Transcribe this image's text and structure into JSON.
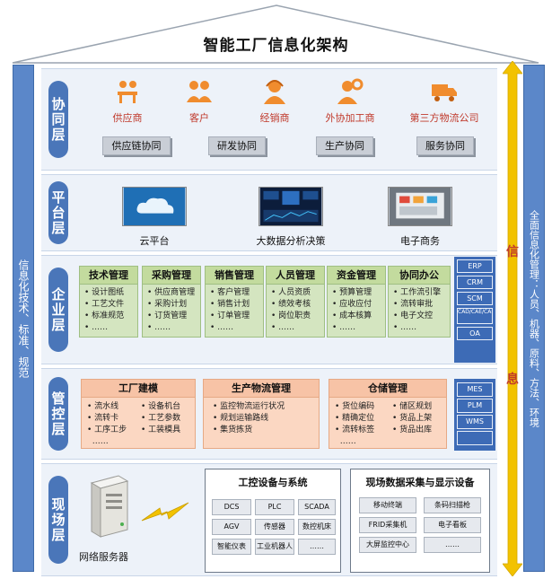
{
  "title": "智能工厂信息化架构",
  "left_bar": "信息化技术、标准、规范",
  "right_bar": "全面信息化管理：人员、机器、原料、方法、环境",
  "arrow_label": [
    "信",
    "息"
  ],
  "layers": {
    "collab": {
      "label": "协同层",
      "parties": [
        {
          "label": "供应商",
          "icon": "supplier-icon"
        },
        {
          "label": "客户",
          "icon": "customer-icon"
        },
        {
          "label": "经销商",
          "icon": "dealer-icon"
        },
        {
          "label": "外协加工商",
          "icon": "outsourcer-icon"
        },
        {
          "label": "第三方物流公司",
          "icon": "truck-icon"
        }
      ],
      "tags": [
        "供应链协同",
        "研发协同",
        "生产协同",
        "服务协同"
      ]
    },
    "platform": {
      "label": "平台层",
      "items": [
        "云平台",
        "大数据分析决策",
        "电子商务"
      ]
    },
    "business": {
      "label": "企业层",
      "modules": [
        {
          "head": "技术管理",
          "items": [
            "设计图纸",
            "工艺文件",
            "标准规范",
            "……"
          ]
        },
        {
          "head": "采购管理",
          "items": [
            "供应商管理",
            "采购计划",
            "订货管理",
            "……"
          ]
        },
        {
          "head": "销售管理",
          "items": [
            "客户管理",
            "销售计划",
            "订单管理",
            "……"
          ]
        },
        {
          "head": "人员管理",
          "items": [
            "人员资质",
            "绩效考核",
            "岗位职责",
            "……"
          ]
        },
        {
          "head": "资金管理",
          "items": [
            "预算管理",
            "应收应付",
            "成本核算",
            "……"
          ]
        },
        {
          "head": "协同办公",
          "items": [
            "工作流引擎",
            "流转审批",
            "电子文控",
            "……"
          ]
        }
      ],
      "systems": [
        "ERP",
        "CRM",
        "SCM",
        "CAD/CAE/CAM/CAPP",
        "OA"
      ]
    },
    "control": {
      "label": "管控层",
      "groups": [
        {
          "head": "工厂建模",
          "col1": [
            "流水线",
            "流转卡",
            "工序工步",
            "……"
          ],
          "col2": [
            "设备机台",
            "工艺参数",
            "工装模具"
          ]
        },
        {
          "head": "生产物流管理",
          "col1": [
            "监控物流运行状况",
            "规划运输路线",
            "集货拣货"
          ],
          "col2": []
        },
        {
          "head": "仓储管理",
          "col1": [
            "货位编码",
            "精确定位",
            "流转标签",
            "……"
          ],
          "col2": [
            "储区规划",
            "货品上架",
            "货品出库"
          ]
        }
      ],
      "systems": [
        "MES",
        "PLM",
        "WMS",
        ""
      ]
    },
    "field": {
      "label": "现场层",
      "server_label": "网络服务器",
      "industrial": {
        "head": "工控设备与系统",
        "chips": [
          "DCS",
          "PLC",
          "SCADA",
          "AGV",
          "传感器",
          "数控机床",
          "智能仪表",
          "工业机器人",
          "……"
        ]
      },
      "collection": {
        "head": "现场数据采集与显示设备",
        "chips": [
          "移动终端",
          "条码扫描枪",
          "FRID采集机",
          "电子看板",
          "大屏监控中心",
          "……"
        ]
      }
    }
  },
  "colors": {
    "blue": "#4a76b9",
    "green": "#d4e5c0",
    "orange": "#fbd7c2",
    "arrow": "#f2c200",
    "red_text": "#c0392b"
  }
}
